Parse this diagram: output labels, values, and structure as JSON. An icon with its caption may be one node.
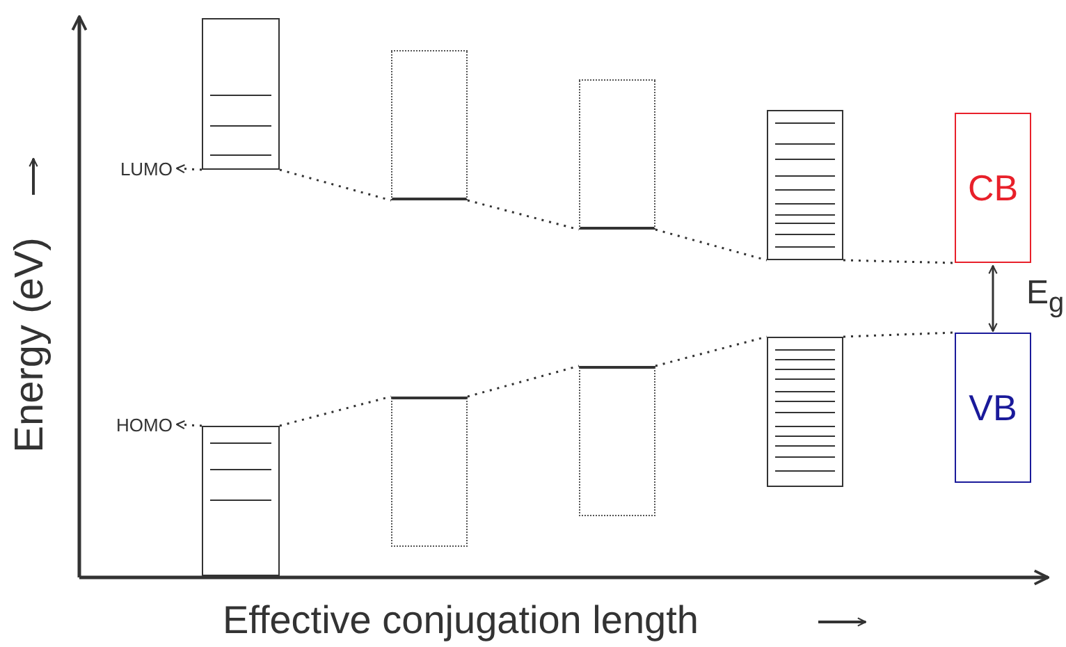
{
  "diagram": {
    "nodes": [
      {
        "text": [],
        "shape": "box"
      },
      {
        "text": [
          "LUMO"
        ]
      },
      {
        "text": [],
        "shape": "box"
      },
      {
        "text": [],
        "shape": "box"
      },
      {
        "text": [],
        "shape": "box"
      },
      {
        "text": [
          "CB"
        ]
      },
      {
        "text": [
          "HOMO"
        ]
      },
      {
        "text": [],
        "shape": "box"
      },
      {
        "text": [],
        "shape": "box"
      },
      {
        "text": [],
        "shape": "box"
      },
      {
        "text": [],
        "shape": "box"
      },
      {
        "text": [
          "VB"
        ]
      }
    ],
    "edges": [
      {
        "from": 0,
        "to": 1,
        "arrow": "to",
        "style": "dashed"
      },
      {
        "from": 0,
        "to": 2,
        "arrow": "none",
        "style": "dashed"
      },
      {
        "from": 2,
        "to": 3,
        "arrow": "none",
        "style": "dashed"
      },
      {
        "from": 3,
        "to": 4,
        "arrow": "none",
        "style": "dashed"
      },
      {
        "from": 4,
        "to": 5,
        "arrow": "none",
        "style": "dashed"
      },
      {
        "from": 7,
        "to": 6,
        "arrow": "to",
        "style": "dashed"
      },
      {
        "from": 7,
        "to": 8,
        "arrow": "none",
        "style": "dashed"
      },
      {
        "from": 8,
        "to": 9,
        "arrow": "none",
        "style": "dashed"
      },
      {
        "from": 9,
        "to": 10,
        "arrow": "none",
        "style": "dashed"
      },
      {
        "from": 10,
        "to": 11,
        "arrow": "none",
        "style": "dashed"
      },
      {
        "from": 5,
        "to": 11,
        "arrow": "both",
        "label": "E$_{g}$"
      }
    ],
    "labels": [
      "Energy (eV)",
      "Effective conjugation length"
    ]
  }
}
